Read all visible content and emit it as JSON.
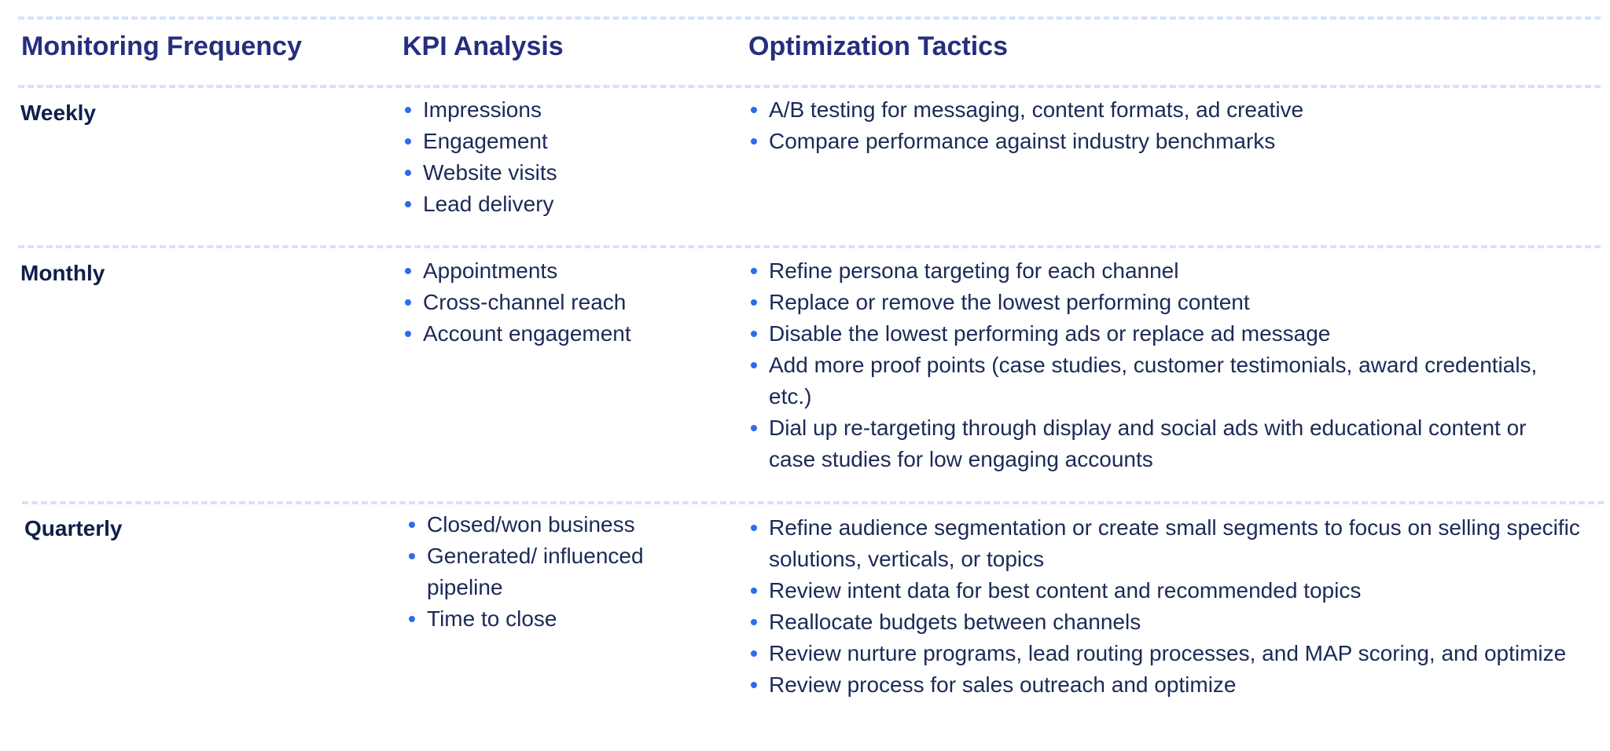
{
  "header": {
    "frequency": "Monitoring Frequency",
    "kpi": "KPI Analysis",
    "tactics": "Optimization Tactics"
  },
  "rows": [
    {
      "frequency": "Weekly",
      "kpis": [
        "Impressions",
        "Engagement",
        "Website visits",
        "Lead delivery"
      ],
      "tactics": [
        "A/B testing for messaging, content formats, ad creative",
        "Compare performance against industry benchmarks"
      ]
    },
    {
      "frequency": "Monthly",
      "kpis": [
        "Appointments",
        "Cross-channel reach",
        "Account engagement"
      ],
      "tactics": [
        "Refine persona targeting for each channel",
        "Replace or remove the lowest performing content",
        "Disable the lowest performing ads or replace ad message",
        "Add more proof points (case studies, customer testimonials, award credentials, etc.)",
        "Dial up re-targeting through display and social ads with educational content or case studies for low engaging accounts"
      ]
    },
    {
      "frequency": "Quarterly",
      "kpis": [
        "Closed/won business",
        "Generated/ influenced pipeline",
        "Time to close"
      ],
      "tactics": [
        "Refine audience segmentation or create small segments to focus on selling specific solutions, verticals, or topics",
        "Review intent data for best content and recommended topics",
        "Reallocate budgets between channels",
        "Review nurture programs, lead routing processes, and MAP scoring, and optimize",
        "Review process for sales outreach and optimize"
      ]
    }
  ],
  "colors": {
    "header": "#262e7e",
    "text": "#1c2a57",
    "bullet": "#2c6cf0",
    "divider": "#d6e2fb"
  }
}
